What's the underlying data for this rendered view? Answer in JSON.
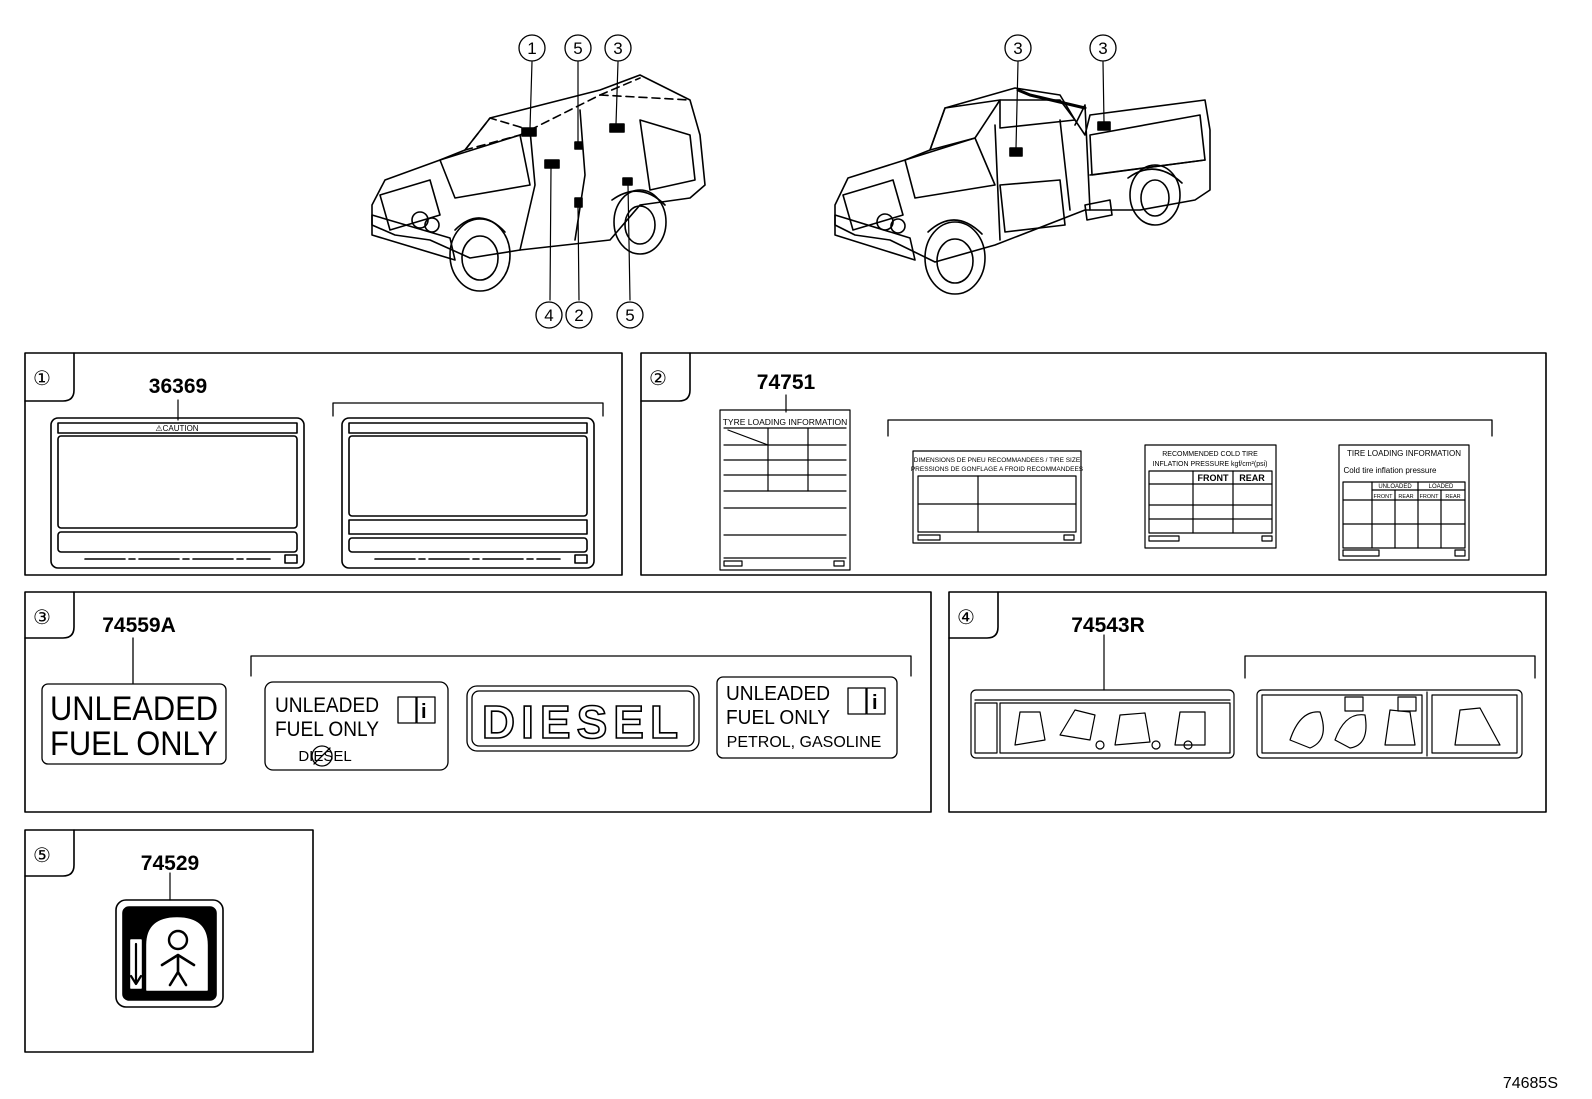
{
  "callouts": {
    "c1": "①",
    "c2": "②",
    "c3": "③",
    "c4": "④",
    "c5": "⑤"
  },
  "panels": {
    "p1": {
      "part": "36369",
      "caution": "⚠CAUTION"
    },
    "p2": {
      "part": "74751",
      "tyre_title": "TYRE LOADING INFORMATION",
      "fr_line1": "DIMENSIONS DE PNEU RECOMMANDEES / TIRE SIZE",
      "fr_line2": "PRESSIONS DE GONFLAGE A FROID RECOMMANDEES",
      "rec_line1": "RECOMMENDED COLD TIRE",
      "rec_line2": "INFLATION PRESSURE kgf/cm²(psi)",
      "front": "FRONT",
      "rear": "REAR",
      "tire_title": "TIRE LOADING INFORMATION",
      "cold_pressure": "Cold tire inflation pressure",
      "unloaded": "UNLOADED",
      "loaded": "LOADED",
      "front2": "FRONT",
      "rear2": "REAR",
      "front3": "FRONT",
      "rear3": "REAR"
    },
    "p3": {
      "part": "74559A",
      "unleaded_line1": "UNLEADED",
      "fuel_only": "FUEL ONLY",
      "unleaded2_line1": "UNLEADED",
      "fuel_only2": "FUEL ONLY",
      "diesel_small": "DIESEL",
      "diesel": "DIESEL",
      "unleaded3_line1": "UNLEADED",
      "fuel_only3": "FUEL ONLY",
      "petrol": "PETROL, GASOLINE"
    },
    "p4": {
      "part": "74543R"
    },
    "p5": {
      "part": "74529"
    }
  },
  "figure_code": "74685S"
}
